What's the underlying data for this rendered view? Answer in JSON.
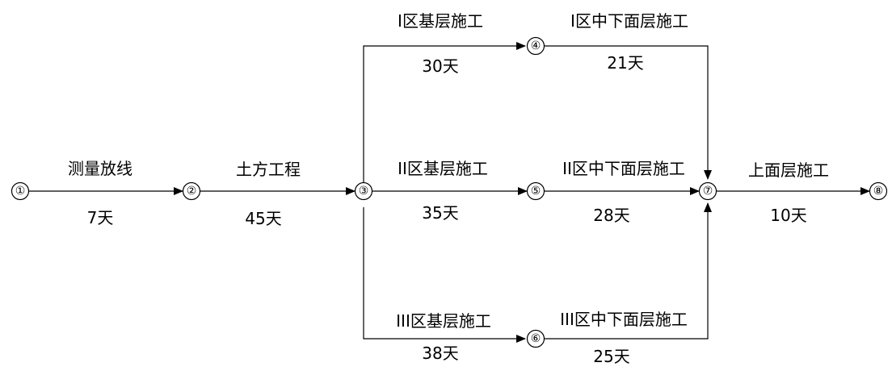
{
  "nodes": [
    {
      "id": "1",
      "label": "①"
    },
    {
      "id": "2",
      "label": "②"
    },
    {
      "id": "3",
      "label": "③"
    },
    {
      "id": "4",
      "label": "④"
    },
    {
      "id": "5",
      "label": "⑤"
    },
    {
      "id": "6",
      "label": "⑥"
    },
    {
      "id": "7",
      "label": "⑦"
    },
    {
      "id": "8",
      "label": "⑧"
    }
  ],
  "edges": [
    {
      "id": "e12",
      "from": "1",
      "to": "2",
      "activity": "测量放线",
      "duration": "7天"
    },
    {
      "id": "e23",
      "from": "2",
      "to": "3",
      "activity": "土方工程",
      "duration": "45天"
    },
    {
      "id": "e34",
      "from": "3",
      "to": "4",
      "activity": "I区基层施工",
      "duration": "30天"
    },
    {
      "id": "e35",
      "from": "3",
      "to": "5",
      "activity": "II区基层施工",
      "duration": "35天"
    },
    {
      "id": "e36",
      "from": "3",
      "to": "6",
      "activity": "III区基层施工",
      "duration": "38天"
    },
    {
      "id": "e47",
      "from": "4",
      "to": "7",
      "activity": "I区中下面层施工",
      "duration": "21天"
    },
    {
      "id": "e57",
      "from": "5",
      "to": "7",
      "activity": "II区中下面层施工",
      "duration": "28天"
    },
    {
      "id": "e67",
      "from": "6",
      "to": "7",
      "activity": "III区中下面层施工",
      "duration": "25天"
    },
    {
      "id": "e78",
      "from": "7",
      "to": "8",
      "activity": "上面层施工",
      "duration": "10天"
    }
  ]
}
